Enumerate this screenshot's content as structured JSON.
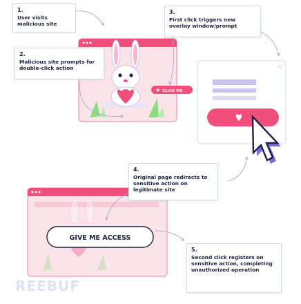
{
  "steps": [
    {
      "number": "1.",
      "text": "User visits malicious site"
    },
    {
      "number": "2.",
      "text": "Malicious site prompts for double-click action"
    },
    {
      "number": "3.",
      "text": "First click triggers new overlay window/prompt"
    },
    {
      "number": "4.",
      "text": "Original page redirects to sensitive action on legitimate site"
    },
    {
      "number": "5.",
      "text": "Second click registers on sensitive action, completing unauthorized operation"
    }
  ],
  "malicious_button_label": "CLICK ME",
  "legit_button_label": "GIVE ME ACCESS",
  "watermark": "REEBUF",
  "colors": {
    "accent_pink": "#f04f7b",
    "light_pink": "#fbe3ea",
    "border_pink": "#f3a8bb",
    "purple": "#7b6fd6",
    "lavender": "#c9c5ef",
    "navy": "#1b2140",
    "green": "#8fdc7e"
  }
}
